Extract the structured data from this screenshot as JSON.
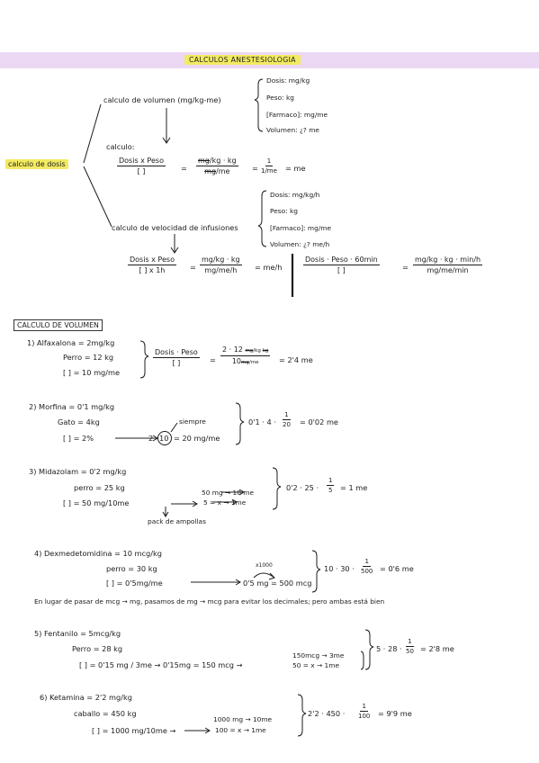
{
  "title": "CALCULOS ANESTESIOLOGIA",
  "dosis_label": "calculo de dosis",
  "vol": {
    "label": "calculo de volumen (mg/kg-me)",
    "brace_items": [
      "Dosis: mg/kg",
      "Peso: kg",
      "[Farmaco]: mg/me",
      "Volumen: ¿? me"
    ],
    "calculo_label": "calculo:",
    "f1_num": "Dosis x Peso",
    "f1_den": "[ ]",
    "f2_num_a": "mg",
    "f2_num_b": "/kg · kg",
    "f2_den_a": "mg",
    "f2_den_b": "/me",
    "f3_num": "1",
    "f3_den": "1/me",
    "result": "= me"
  },
  "inf": {
    "label": "calculo de velocidad de infusiones",
    "brace_items": [
      "Dosis: mg/kg/h",
      "Peso: kg",
      "[Farmaco]: mg/me",
      "Volumen: ¿? me/h"
    ],
    "f1_num": "Dosis x Peso",
    "f1_den": "[ ] x 1h",
    "f2_num": "mg/kg · kg",
    "f2_den": "mg/me/h",
    "result": "= me/h",
    "f3_num": "Dosis · Peso · 60min",
    "f3_den": "[ ]",
    "f4_num": "mg/kg · kg · min/h",
    "f4_den": "mg/me/min"
  },
  "section_vol": "CALCULO DE VOLUMEN",
  "ex1": {
    "l1": "1) Alfaxalona = 2mg/kg",
    "l2": "Perro = 12 kg",
    "l3": "[ ] = 10 mg/me",
    "f1_num": "Dosis · Peso",
    "f1_den": "[ ]",
    "f2_num": "2 · 12",
    "f2_num_u1": "mg",
    "f2_num_u1b": "kg",
    "f2_num_u2": "kg",
    "f2_den": "10",
    "f2_den_u": "mg",
    "f2_den_ub": "me",
    "result": "= 2'4 me"
  },
  "ex2": {
    "l1": "2) Morfina = 0'1 mg/kg",
    "l2": "Gato = 4kg",
    "l3a": "[ ] = 2%",
    "l3b": "2 ·",
    "l3c": "10",
    "l3d": "= 20 mg/me",
    "note": "siempre",
    "calc_a": "0'1 · 4 ·",
    "calc_num": "1",
    "calc_den": "20",
    "calc_b": "= 0'02 me"
  },
  "ex3": {
    "l1": "3) Midazolam = 0'2 mg/kg",
    "l2": "perro = 25 kg",
    "l3": "[ ] = 50 mg/10me",
    "r1": "50 mg → 10 me",
    "r2": "5 = x → 1me",
    "note": "pack de ampollas",
    "calc_a": "0'2 · 25 ·",
    "calc_num": "1",
    "calc_den": "5",
    "calc_b": "= 1 me"
  },
  "ex4": {
    "l1": "4) Dexmedetomidina = 10 mcg/kg",
    "l2": "perro = 30 kg",
    "l3a": "[ ] = 0'5mg/me",
    "l3b": "0'5 mg = 500 mcg",
    "note": "x1000",
    "calc_a": "10 · 30 ·",
    "calc_num": "1",
    "calc_den": "500",
    "calc_b": "= 0'6 me",
    "remark": "En lugar de pasar de mcg → mg, pasamos de mg → mcg para evitar los decimales; pero ambas está bien"
  },
  "ex5": {
    "l1": "5) Fentanilo = 5mcg/kg",
    "l2": "Perro = 28 kg",
    "l3": "[ ] = 0'15 mg / 3me → 0'15mg = 150 mcg →",
    "r1": "150mcg → 3me",
    "r2": "50 = x → 1me",
    "calc_a": "5 · 28 ·",
    "calc_num": "1",
    "calc_den": "50",
    "calc_b": "= 2'8 me"
  },
  "ex6": {
    "l1": "6) Ketamina = 2'2 mg/kg",
    "l2": "caballo = 450 kg",
    "l3": "[ ] = 1000 mg/10me →",
    "r1": "1000 mg → 10me",
    "r2": "100 = x → 1me",
    "calc_a": "2'2 · 450 ·",
    "calc_num": "1",
    "calc_den": "100",
    "calc_b": "= 9'9 me"
  }
}
